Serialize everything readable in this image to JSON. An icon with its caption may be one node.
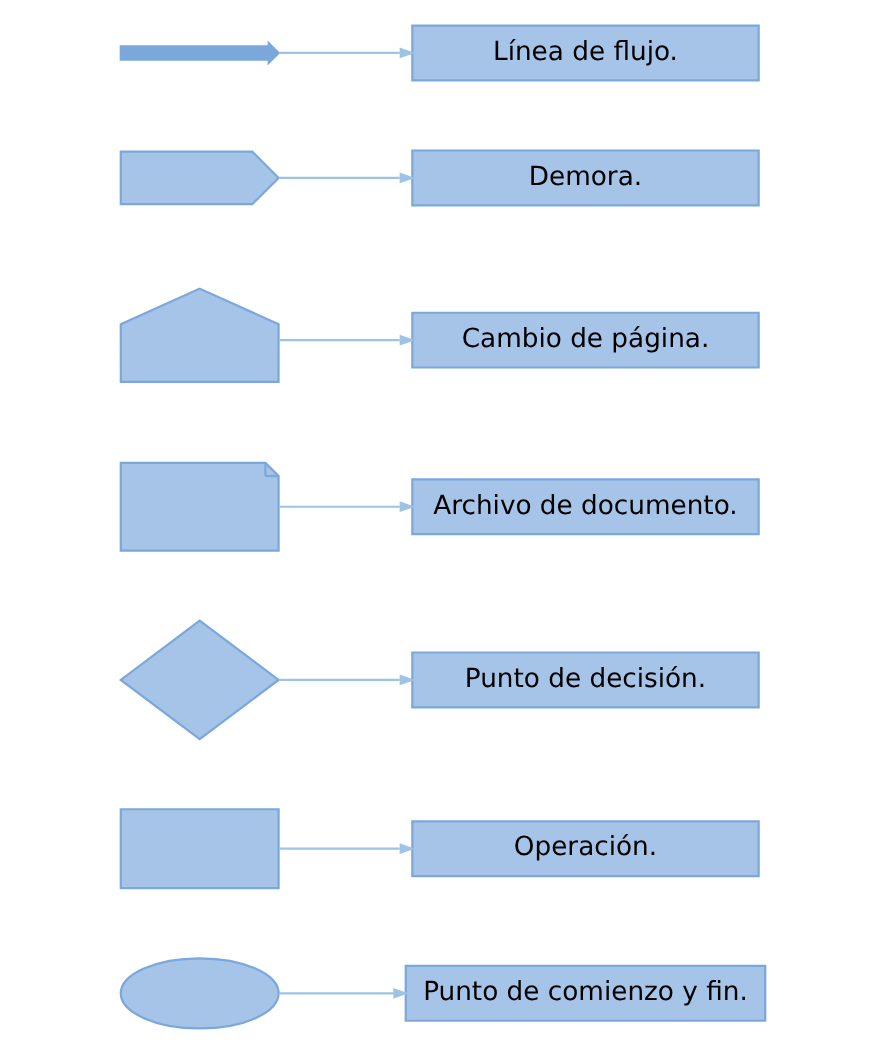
{
  "diagram": {
    "nodes": [
      {
        "text": [],
        "shape": "ellipse"
      },
      {
        "text": [
          "Punto de comienzo y fin."
        ]
      },
      {
        "text": [],
        "shape": "box"
      },
      {
        "text": [
          "Operación."
        ]
      },
      {
        "text": [],
        "shape": "diamond"
      },
      {
        "text": [
          "Punto de decisión."
        ]
      },
      {
        "text": [],
        "shape": "document"
      },
      {
        "text": [
          "Archivo de documento."
        ]
      },
      {
        "text": [],
        "shape": "pentagon"
      },
      {
        "text": [
          "Cambio de página."
        ]
      },
      {
        "text": [],
        "shape": "delay"
      },
      {
        "text": [
          "Demora."
        ]
      },
      {
        "text": [],
        "shape": "line"
      },
      {
        "text": [
          "Línea de flujo."
        ]
      }
    ],
    "edges": [
      {
        "from": 0,
        "to": 1,
        "arrow": "to"
      },
      {
        "from": 2,
        "to": 3,
        "arrow": "to"
      },
      {
        "from": 4,
        "to": 5,
        "arrow": "to"
      },
      {
        "from": 6,
        "to": 7,
        "arrow": "to"
      },
      {
        "from": 8,
        "to": 9,
        "arrow": "to"
      },
      {
        "from": 10,
        "to": 11,
        "arrow": "to"
      },
      {
        "from": 12,
        "to": 13,
        "arrow": "to"
      }
    ]
  }
}
